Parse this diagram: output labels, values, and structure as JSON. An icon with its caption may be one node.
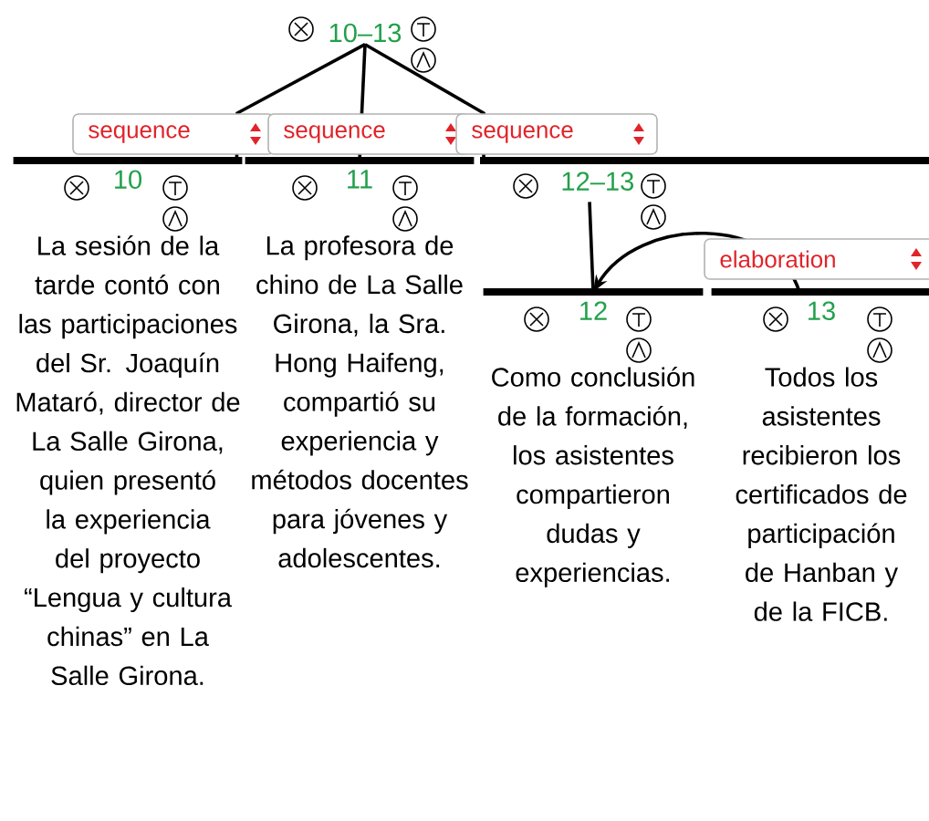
{
  "diagram": {
    "nodes": [
      {
        "text": [
          "10–13"
        ]
      },
      {
        "text": [
          "10",
          "La sesión de la tarde contó con las participaciones del Sr. Joaquín Mataró, director de La Salle Girona, quien presentó la experiencia del proyecto “Lengua y cultura chinas” en La Salle Girona."
        ]
      },
      {
        "text": [
          "11",
          "La profesora de chino de La Salle Girona, la Sra. Hong Haifeng, compartió su experiencia y métodos docentes para jóvenes y adolescentes."
        ]
      },
      {
        "text": [
          "12–13"
        ]
      },
      {
        "text": [
          "12",
          "Como conclusión de la formación, los asistentes compartieron dudas y experiencias."
        ]
      },
      {
        "text": [
          "13",
          "Todos los asistentes recibieron los certificados de participación de Hanban y de la FICB."
        ]
      }
    ],
    "edges": [
      {
        "from": 1,
        "to": 0,
        "arrow": "none",
        "label": "sequence"
      },
      {
        "from": 2,
        "to": 0,
        "arrow": "none",
        "label": "sequence"
      },
      {
        "from": 3,
        "to": 0,
        "arrow": "none",
        "label": "sequence"
      },
      {
        "from": 3,
        "to": 4,
        "arrow": "none"
      },
      {
        "from": 5,
        "to": 4,
        "arrow": "to",
        "label": "elaboration"
      }
    ]
  }
}
